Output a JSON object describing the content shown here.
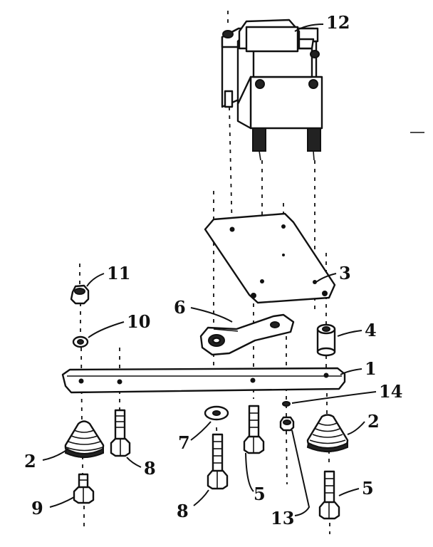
{
  "parts": [
    {
      "key": "p12",
      "label": "12",
      "name": "transformer-assembly"
    },
    {
      "key": "p3",
      "label": "3",
      "name": "mounting-plate"
    },
    {
      "key": "p4",
      "label": "4",
      "name": "spacer"
    },
    {
      "key": "p6",
      "label": "6",
      "name": "bracket"
    },
    {
      "key": "p1",
      "label": "1",
      "name": "base-bar"
    },
    {
      "key": "p14",
      "label": "14",
      "name": "washer-14"
    },
    {
      "key": "p11",
      "label": "11",
      "name": "nut-11"
    },
    {
      "key": "p10",
      "label": "10",
      "name": "lock-washer-10"
    },
    {
      "key": "p2a",
      "label": "2",
      "name": "rubber-foot-left"
    },
    {
      "key": "p2b",
      "label": "2",
      "name": "rubber-foot-right"
    },
    {
      "key": "p8a",
      "label": "8",
      "name": "bolt-8-upper"
    },
    {
      "key": "p8b",
      "label": "8",
      "name": "bolt-8-lower"
    },
    {
      "key": "p7",
      "label": "7",
      "name": "flat-washer-7"
    },
    {
      "key": "p5a",
      "label": "5",
      "name": "bolt-5-center"
    },
    {
      "key": "p5b",
      "label": "5",
      "name": "bolt-5-right"
    },
    {
      "key": "p9",
      "label": "9",
      "name": "bolt-9"
    },
    {
      "key": "p13",
      "label": "13",
      "name": "nut-13"
    }
  ]
}
